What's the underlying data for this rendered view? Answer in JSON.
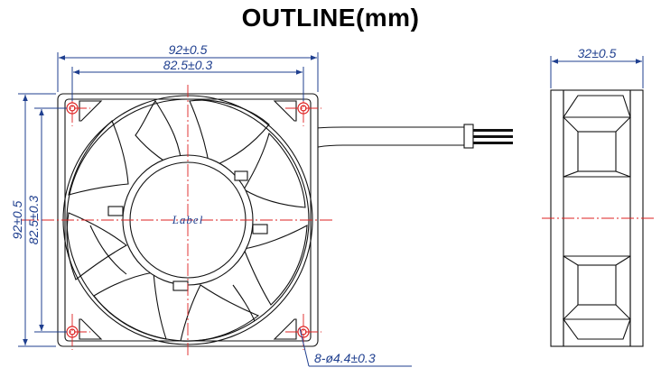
{
  "title": "OUTLINE(mm)",
  "dimensions": {
    "top_outer": "92±0.5",
    "top_inner": "82.5±0.3",
    "left_outer": "92±0.5",
    "left_inner": "82.5±0.3",
    "side_depth": "32±0.5",
    "holes": "8-ø4.4±0.3"
  },
  "hub_label": "Label",
  "colors": {
    "dimension": "#1f3f8f",
    "centerline": "#dd2222",
    "outline": "#111111"
  }
}
